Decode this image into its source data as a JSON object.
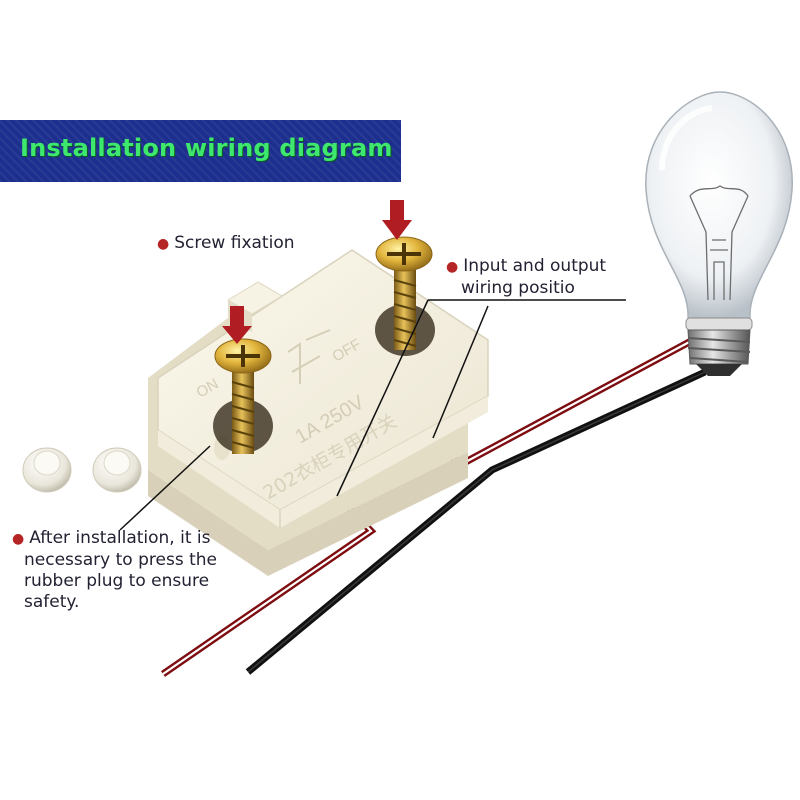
{
  "header": {
    "title": "Installation wiring diagram"
  },
  "labels": {
    "screw_fixation": "Screw fixation",
    "input_output": [
      "Input and output",
      "wiring positio"
    ],
    "after_installation": [
      "After installation, it is",
      "necessary to press the",
      "rubber plug to ensure",
      "safety."
    ]
  },
  "switch_markings": {
    "off": "OFF",
    "on_left": "ON",
    "rating": "1A 250V",
    "model": "202衣柜专用开关"
  },
  "colors": {
    "banner_bg": "#1d2f8e",
    "banner_text": "#3ee86e",
    "live_wire": "#c4171c",
    "neutral_wire": "#1a1a1a",
    "arrow": "#b01e24",
    "screw_gold": "#d7a52a",
    "bullet": "#b52525"
  },
  "icons": [
    "screw-icon",
    "down-arrow-icon",
    "light-bulb-icon",
    "rubber-plug-icon"
  ]
}
